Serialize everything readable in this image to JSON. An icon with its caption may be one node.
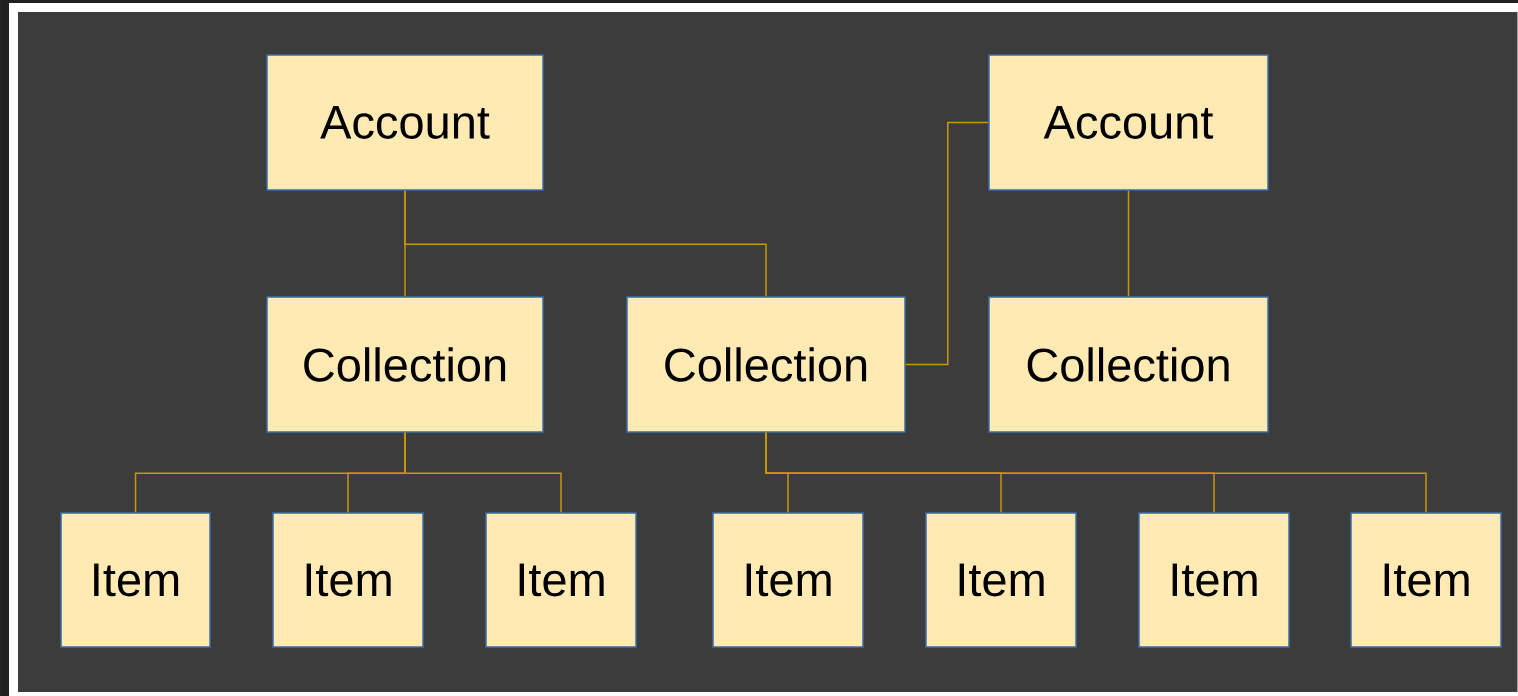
{
  "diagram": {
    "nodes": [
      {
        "text": [
          "Account"
        ]
      },
      {
        "text": [
          "Account"
        ]
      },
      {
        "text": [
          "Collection"
        ]
      },
      {
        "text": [
          "Collection"
        ]
      },
      {
        "text": [
          "Collection"
        ]
      },
      {
        "text": [
          "Item"
        ]
      },
      {
        "text": [
          "Item"
        ]
      },
      {
        "text": [
          "Item"
        ]
      },
      {
        "text": [
          "Item"
        ]
      },
      {
        "text": [
          "Item"
        ]
      },
      {
        "text": [
          "Item"
        ]
      },
      {
        "text": [
          "Item"
        ]
      }
    ],
    "edges": [
      {
        "from": 0,
        "to": 2,
        "arrow": "none"
      },
      {
        "from": 0,
        "to": 3,
        "arrow": "none"
      },
      {
        "from": 3,
        "to": 1,
        "arrow": "none"
      },
      {
        "from": 1,
        "to": 4,
        "arrow": "none"
      },
      {
        "from": 2,
        "to": 5,
        "arrow": "none"
      },
      {
        "from": 2,
        "to": 6,
        "arrow": "none"
      },
      {
        "from": 2,
        "to": 7,
        "arrow": "none"
      },
      {
        "from": 3,
        "to": 8,
        "arrow": "none"
      },
      {
        "from": 3,
        "to": 9,
        "arrow": "none"
      },
      {
        "from": 3,
        "to": 10,
        "arrow": "none"
      },
      {
        "from": 3,
        "to": 11,
        "arrow": "none"
      }
    ]
  }
}
